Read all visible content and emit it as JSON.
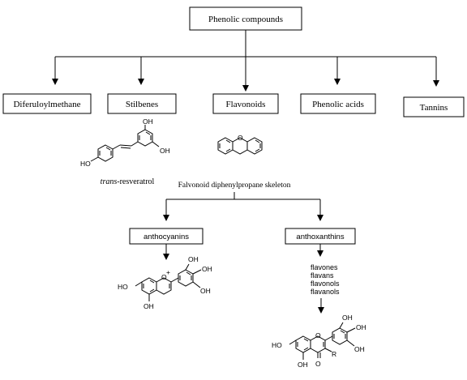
{
  "root": {
    "label": "Phenolic compounds"
  },
  "classes": [
    {
      "label": "Diferuloylmethane"
    },
    {
      "label": "Stilbenes"
    },
    {
      "label": "Flavonoids"
    },
    {
      "label": "Phenolic acids"
    },
    {
      "label": "Tannins"
    }
  ],
  "stilbene": {
    "prefix": "trans",
    "name": "-resveratrol"
  },
  "flavonoid": {
    "caption": "Falvonoid diphenylpropane skeleton"
  },
  "subclasses": [
    {
      "label": "anthocyanins"
    },
    {
      "label": "anthoxanthins"
    }
  ],
  "anthoxanthin_types": [
    "flavones",
    "flavans",
    "flavonols",
    "flavanols"
  ],
  "atoms": {
    "oh": "OH",
    "ho": "HO",
    "o": "O",
    "o_plus": "O",
    "plus": "+",
    "r": "R"
  }
}
